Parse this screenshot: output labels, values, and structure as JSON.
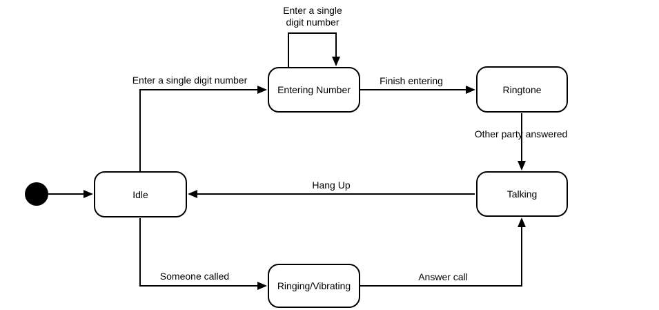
{
  "diagram_type": "state-machine",
  "colors": {
    "stroke": "#000000",
    "state_fill": "#ffffff",
    "text": "#000000",
    "background": "#ffffff"
  },
  "states": [
    {
      "id": "initial",
      "type": "initial-pseudostate",
      "label": ""
    },
    {
      "id": "idle",
      "label": "Idle"
    },
    {
      "id": "entering_number",
      "label": "Entering Number"
    },
    {
      "id": "ringtone",
      "label": "Ringtone"
    },
    {
      "id": "talking",
      "label": "Talking"
    },
    {
      "id": "ringing_vibrating",
      "label": "Ringing/Vibrating"
    }
  ],
  "transitions": [
    {
      "from": "initial",
      "to": "idle",
      "label": ""
    },
    {
      "from": "idle",
      "to": "entering_number",
      "label": "Enter a single digit number"
    },
    {
      "from": "entering_number",
      "to": "entering_number",
      "label": "Enter a single digit number"
    },
    {
      "from": "entering_number",
      "to": "ringtone",
      "label": "Finish entering"
    },
    {
      "from": "ringtone",
      "to": "talking",
      "label": "Other party answered"
    },
    {
      "from": "talking",
      "to": "idle",
      "label": "Hang Up"
    },
    {
      "from": "idle",
      "to": "ringing_vibrating",
      "label": "Someone called"
    },
    {
      "from": "ringing_vibrating",
      "to": "talking",
      "label": "Answer call"
    }
  ]
}
